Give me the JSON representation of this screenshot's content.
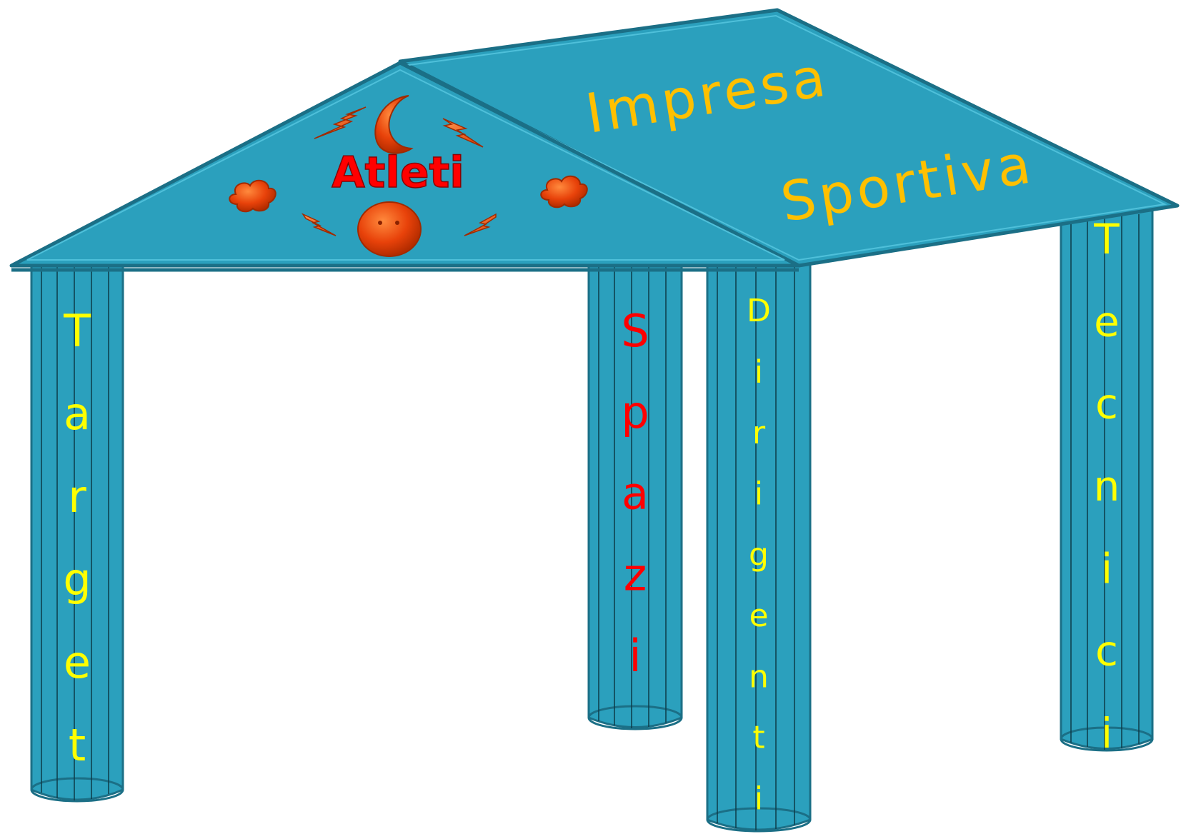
{
  "roof": {
    "line1": "Impresa",
    "line2": "Sportiva",
    "center_label": "Atleti"
  },
  "columns": [
    {
      "id": "target",
      "label": "Target",
      "color": "#ffff00"
    },
    {
      "id": "spazi",
      "label": "Spazi",
      "color": "#ff0000"
    },
    {
      "id": "dirigenti",
      "label": "Dirigenti",
      "color": "#ffff00"
    },
    {
      "id": "tecnici",
      "label": "Tecnici",
      "color": "#ffff00"
    }
  ],
  "icons": [
    "crescent-moon-icon",
    "lightning-icon",
    "cloud-icon",
    "sun-face-icon"
  ],
  "colors": {
    "structure_fill": "#2ba0bd",
    "structure_stroke": "#1b6f86",
    "roof_text": "#ffc000",
    "atleti_text": "#ff0000",
    "ornament": "#e8420a"
  }
}
